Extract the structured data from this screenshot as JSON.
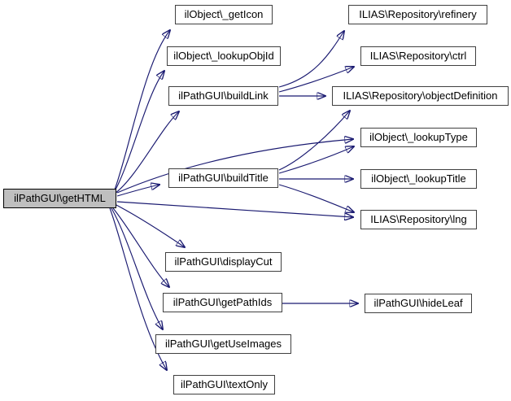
{
  "diagram": {
    "type": "call-graph",
    "tool": "doxygen",
    "main_function": "ilPathGUI\\getHTML",
    "colors": {
      "edge": "#191970",
      "node_fill": "#ffffff",
      "main_node_fill": "#bfbfbf",
      "node_border": "#404040",
      "text": "#000000",
      "background": "#ffffff"
    },
    "nodes": [
      {
        "id": "getHTML",
        "label": "ilPathGUI\\getHTML",
        "main": true
      },
      {
        "id": "getIcon",
        "label": "ilObject\\_getIcon",
        "main": false
      },
      {
        "id": "lookupObjId",
        "label": "ilObject\\_lookupObjId",
        "main": false
      },
      {
        "id": "buildLink",
        "label": "ilPathGUI\\buildLink",
        "main": false
      },
      {
        "id": "buildTitle",
        "label": "ilPathGUI\\buildTitle",
        "main": false
      },
      {
        "id": "displayCut",
        "label": "ilPathGUI\\displayCut",
        "main": false
      },
      {
        "id": "getPathIds",
        "label": "ilPathGUI\\getPathIds",
        "main": false
      },
      {
        "id": "getUseImages",
        "label": "ilPathGUI\\getUseImages",
        "main": false
      },
      {
        "id": "textOnly",
        "label": "ilPathGUI\\textOnly",
        "main": false
      },
      {
        "id": "refinery",
        "label": "ILIAS\\Repository\\refinery",
        "main": false
      },
      {
        "id": "ctrl",
        "label": "ILIAS\\Repository\\ctrl",
        "main": false
      },
      {
        "id": "objectDefinition",
        "label": "ILIAS\\Repository\\objectDefinition",
        "main": false
      },
      {
        "id": "lookupType",
        "label": "ilObject\\_lookupType",
        "main": false
      },
      {
        "id": "lookupTitle",
        "label": "ilObject\\_lookupTitle",
        "main": false
      },
      {
        "id": "lng",
        "label": "ILIAS\\Repository\\lng",
        "main": false
      },
      {
        "id": "hideLeaf",
        "label": "ilPathGUI\\hideLeaf",
        "main": false
      }
    ],
    "edges": [
      {
        "from": "getHTML",
        "to": "getIcon"
      },
      {
        "from": "getHTML",
        "to": "lookupObjId"
      },
      {
        "from": "getHTML",
        "to": "buildLink"
      },
      {
        "from": "getHTML",
        "to": "buildTitle"
      },
      {
        "from": "getHTML",
        "to": "lookupType"
      },
      {
        "from": "getHTML",
        "to": "lng"
      },
      {
        "from": "getHTML",
        "to": "displayCut"
      },
      {
        "from": "getHTML",
        "to": "getPathIds"
      },
      {
        "from": "getHTML",
        "to": "getUseImages"
      },
      {
        "from": "getHTML",
        "to": "textOnly"
      },
      {
        "from": "buildLink",
        "to": "refinery"
      },
      {
        "from": "buildLink",
        "to": "ctrl"
      },
      {
        "from": "buildLink",
        "to": "objectDefinition"
      },
      {
        "from": "buildTitle",
        "to": "objectDefinition"
      },
      {
        "from": "buildTitle",
        "to": "lookupType"
      },
      {
        "from": "buildTitle",
        "to": "lookupTitle"
      },
      {
        "from": "buildTitle",
        "to": "lng"
      },
      {
        "from": "getPathIds",
        "to": "hideLeaf"
      }
    ]
  }
}
